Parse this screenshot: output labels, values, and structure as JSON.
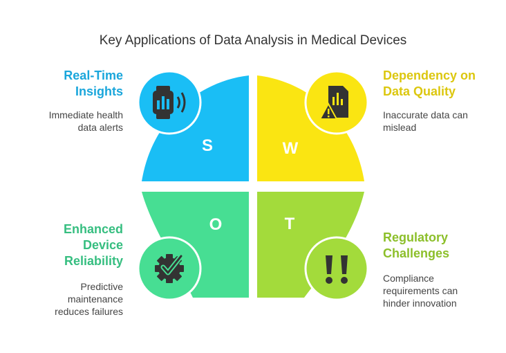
{
  "title": "Key Applications of Data Analysis in Medical Devices",
  "colors": {
    "s": "#1ABEF5",
    "w": "#FAE512",
    "o": "#47DE93",
    "t": "#A3DB3B",
    "s_text": "#1AA6DB",
    "w_text": "#DCC70F",
    "o_text": "#36BE80",
    "t_text": "#8CBF2A",
    "icon_dark": "#333333"
  },
  "quadrants": {
    "s": {
      "letter": "S",
      "heading_lines": [
        "Real-Time",
        "Insights"
      ],
      "desc_lines": [
        "Immediate health",
        "data alerts"
      ],
      "icon": "smartwatch-signal-icon"
    },
    "w": {
      "letter": "W",
      "heading_lines": [
        "Dependency on",
        "Data Quality"
      ],
      "desc_lines": [
        "Inaccurate data can",
        "mislead"
      ],
      "icon": "data-file-warning-icon"
    },
    "o": {
      "letter": "O",
      "heading_lines": [
        "Enhanced",
        "Device",
        "Reliability"
      ],
      "desc_lines": [
        "Predictive",
        "maintenance",
        "reduces failures"
      ],
      "icon": "gear-check-icon"
    },
    "t": {
      "letter": "T",
      "heading_lines": [
        "Regulatory",
        "Challenges"
      ],
      "desc_lines": [
        "Compliance",
        "requirements can",
        "hinder innovation"
      ],
      "icon": "double-exclamation-icon"
    }
  }
}
